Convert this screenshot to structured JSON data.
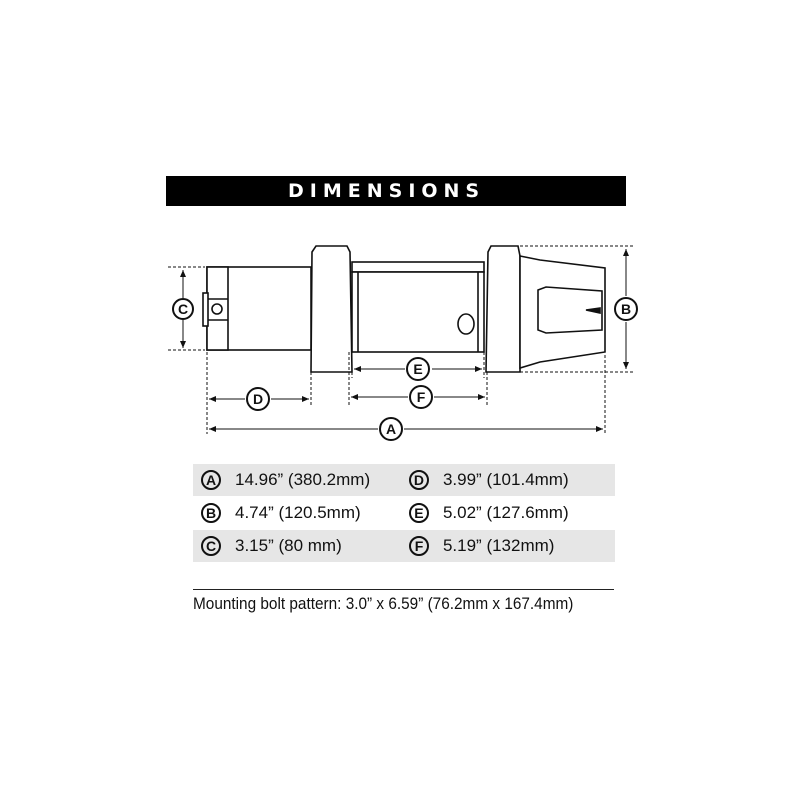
{
  "header": {
    "title": "DIMENSIONS"
  },
  "diagram": {
    "labels": [
      "A",
      "B",
      "C",
      "D",
      "E",
      "F"
    ]
  },
  "table": {
    "rows": [
      {
        "left": {
          "key": "A",
          "value": "14.96” (380.2mm)"
        },
        "right": {
          "key": "D",
          "value": "3.99” (101.4mm)"
        }
      },
      {
        "left": {
          "key": "B",
          "value": "4.74” (120.5mm)"
        },
        "right": {
          "key": "E",
          "value": "5.02” (127.6mm)"
        }
      },
      {
        "left": {
          "key": "C",
          "value": "3.15” (80 mm)"
        },
        "right": {
          "key": "F",
          "value": "5.19” (132mm)"
        }
      }
    ]
  },
  "footer": {
    "mounting": "Mounting bolt pattern: 3.0” x 6.59” (76.2mm x 167.4mm)"
  }
}
